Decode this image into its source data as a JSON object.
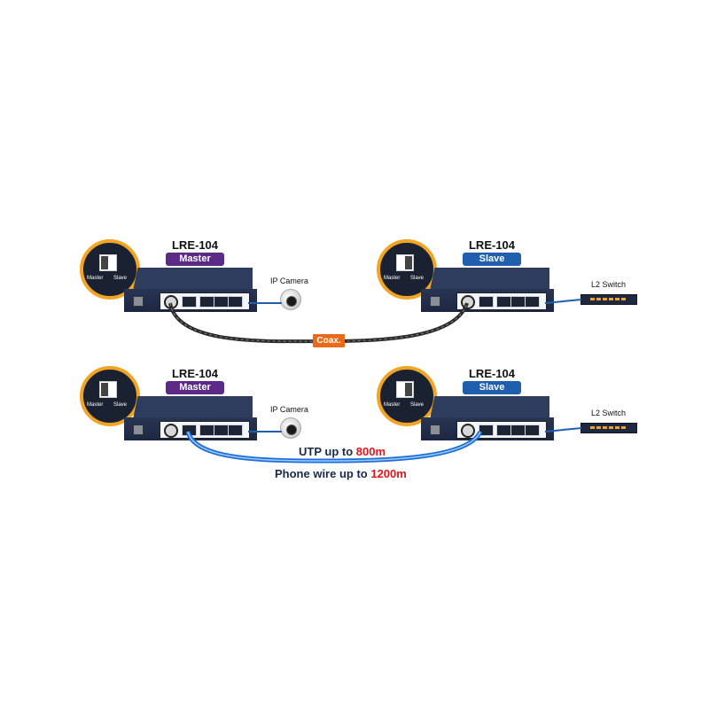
{
  "rows": [
    {
      "master": {
        "model": "LRE-104",
        "role": "Master"
      },
      "slave": {
        "model": "LRE-104",
        "role": "Slave"
      },
      "switch_labels": {
        "master": "Master",
        "slave": "Slave"
      },
      "camera_label": "IP Camera",
      "l2_switch_label": "L2 Switch",
      "link_label": "Coax."
    },
    {
      "master": {
        "model": "LRE-104",
        "role": "Master"
      },
      "slave": {
        "model": "LRE-104",
        "role": "Slave"
      },
      "switch_labels": {
        "master": "Master",
        "slave": "Slave"
      },
      "camera_label": "IP Camera",
      "l2_switch_label": "L2 Switch",
      "utp": {
        "prefix": "UTP up to ",
        "value": "800m"
      },
      "phone": {
        "prefix": "Phone wire up to ",
        "value": "1200m"
      }
    }
  ],
  "colors": {
    "master_badge": "#5b2a86",
    "slave_badge": "#1f5fae",
    "coax_tag": "#ea6a17",
    "highlight_distance": "#e0151b",
    "switch_circle_ring": "#f2a422"
  }
}
